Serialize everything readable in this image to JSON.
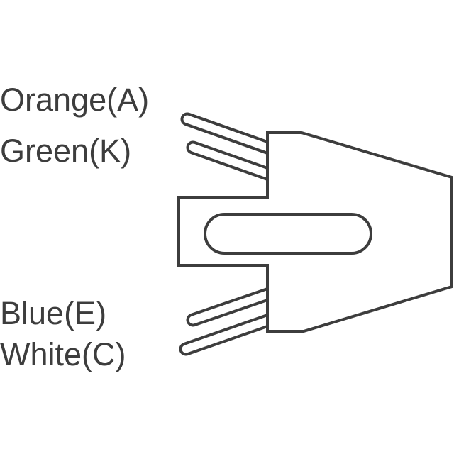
{
  "labels": {
    "orange": "Orange(A)",
    "green": "Green(K)",
    "blue": "Blue(E)",
    "white": "White(C)"
  },
  "colors": {
    "stroke": "#3d3d3d",
    "background": "#ffffff"
  }
}
